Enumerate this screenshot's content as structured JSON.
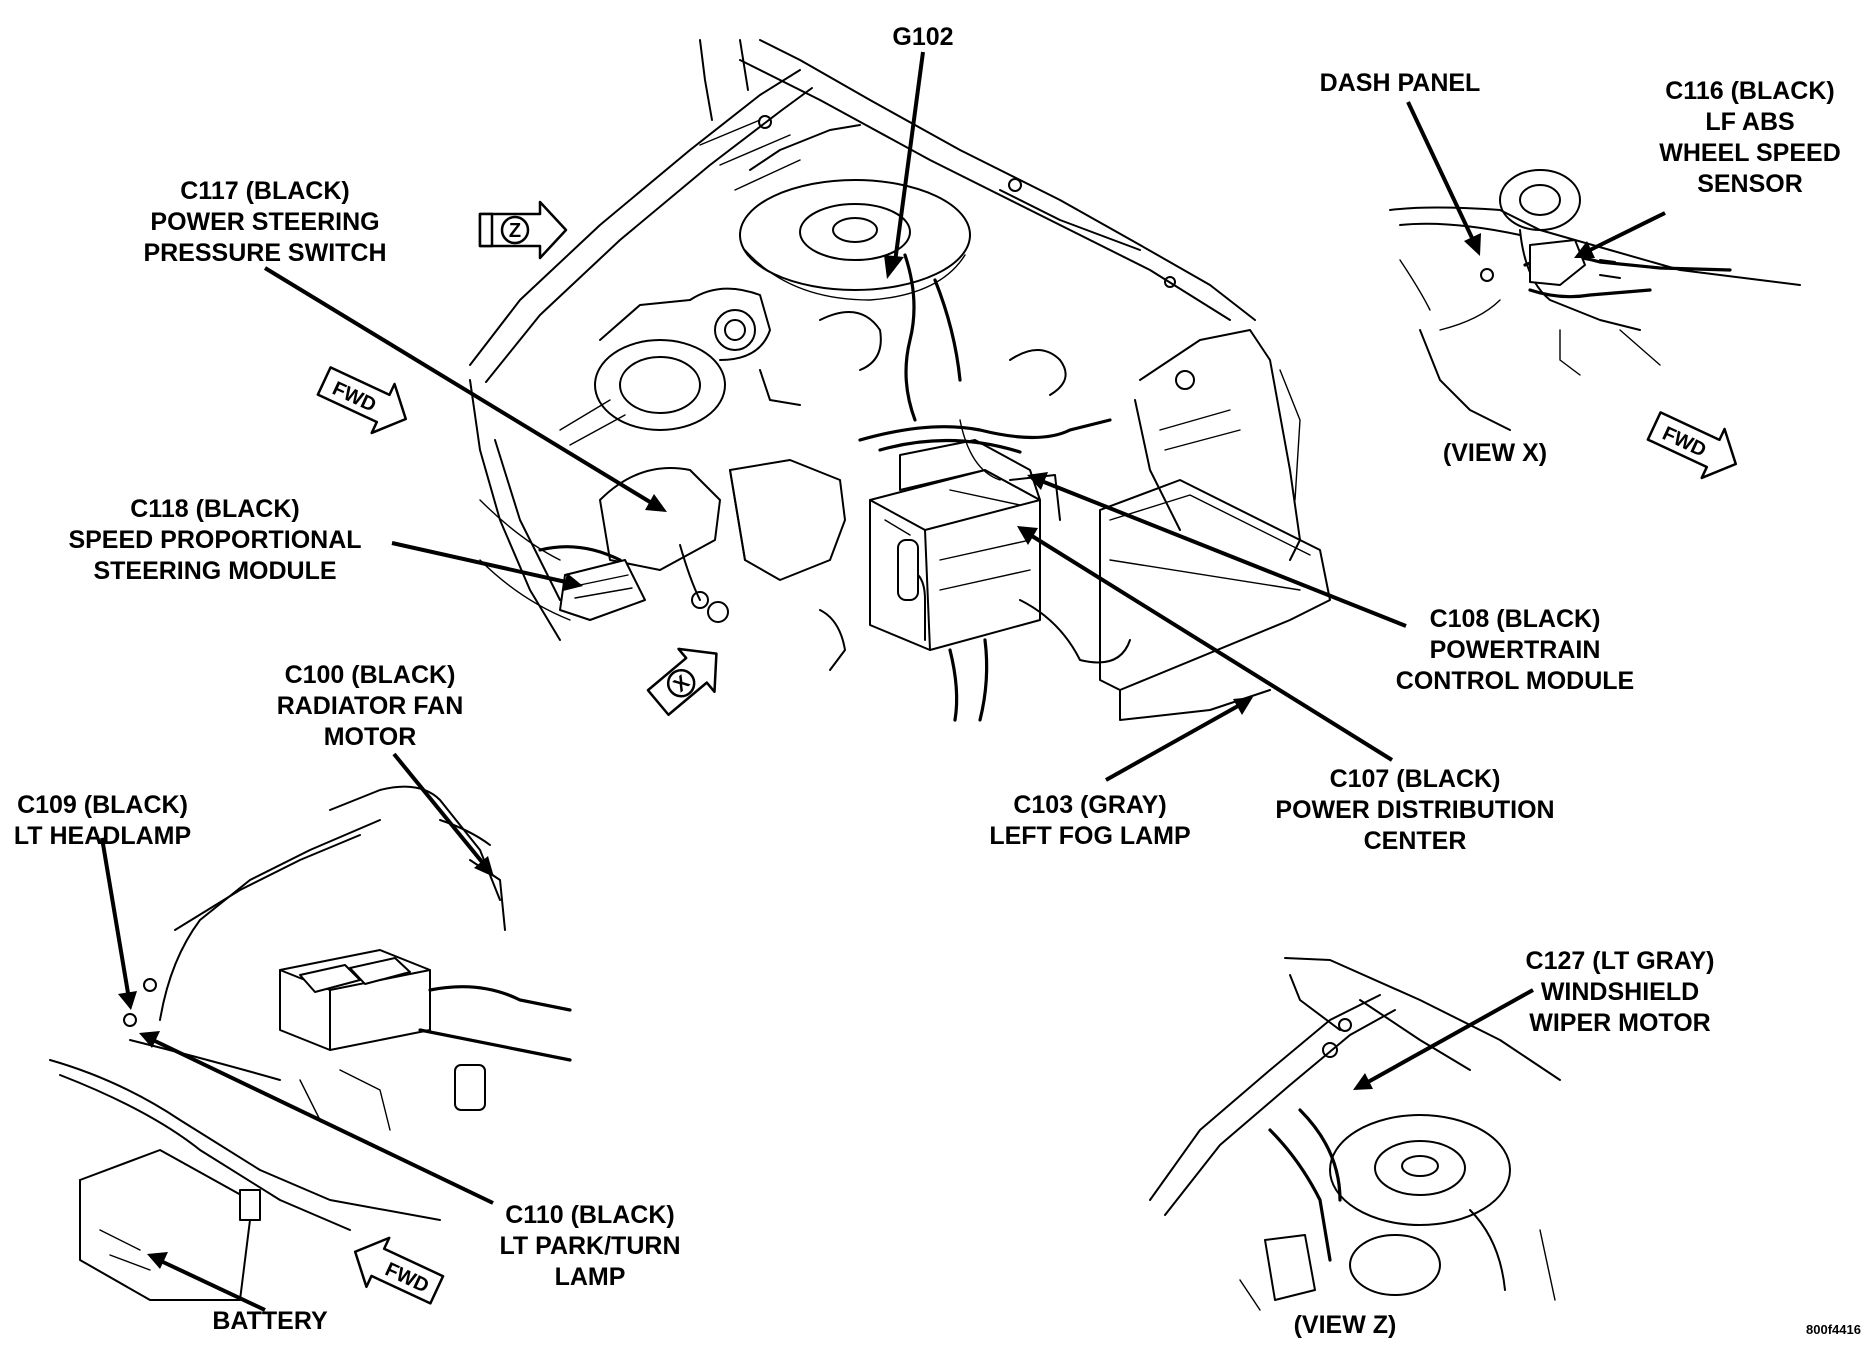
{
  "labels": {
    "g102": "G102",
    "c117": [
      "C117 (BLACK)",
      "POWER STEERING",
      "PRESSURE SWITCH"
    ],
    "c118": [
      "C118 (BLACK)",
      "SPEED PROPORTIONAL",
      "STEERING MODULE"
    ],
    "c100": [
      "C100 (BLACK)",
      "RADIATOR FAN",
      "MOTOR"
    ],
    "c109": [
      "C109 (BLACK)",
      "LT HEADLAMP"
    ],
    "c110": [
      "C110 (BLACK)",
      "LT PARK/TURN",
      "LAMP"
    ],
    "battery": "BATTERY",
    "dash_panel": "DASH PANEL",
    "c116": [
      "C116 (BLACK)",
      "LF ABS",
      "WHEEL SPEED",
      "SENSOR"
    ],
    "view_x": "(VIEW X)",
    "c108": [
      "C108 (BLACK)",
      "POWERTRAIN",
      "CONTROL MODULE"
    ],
    "c107": [
      "C107 (BLACK)",
      "POWER DISTRIBUTION",
      "CENTER"
    ],
    "c103": [
      "C103 (GRAY)",
      "LEFT FOG LAMP"
    ],
    "c127": [
      "C127 (LT GRAY)",
      "WINDSHIELD",
      "WIPER MOTOR"
    ],
    "view_z": "(VIEW Z)",
    "figure_id": "800f4416"
  },
  "markers": {
    "fwd": "FWD",
    "view_z_letter": "Z",
    "view_x_letter": "X"
  }
}
